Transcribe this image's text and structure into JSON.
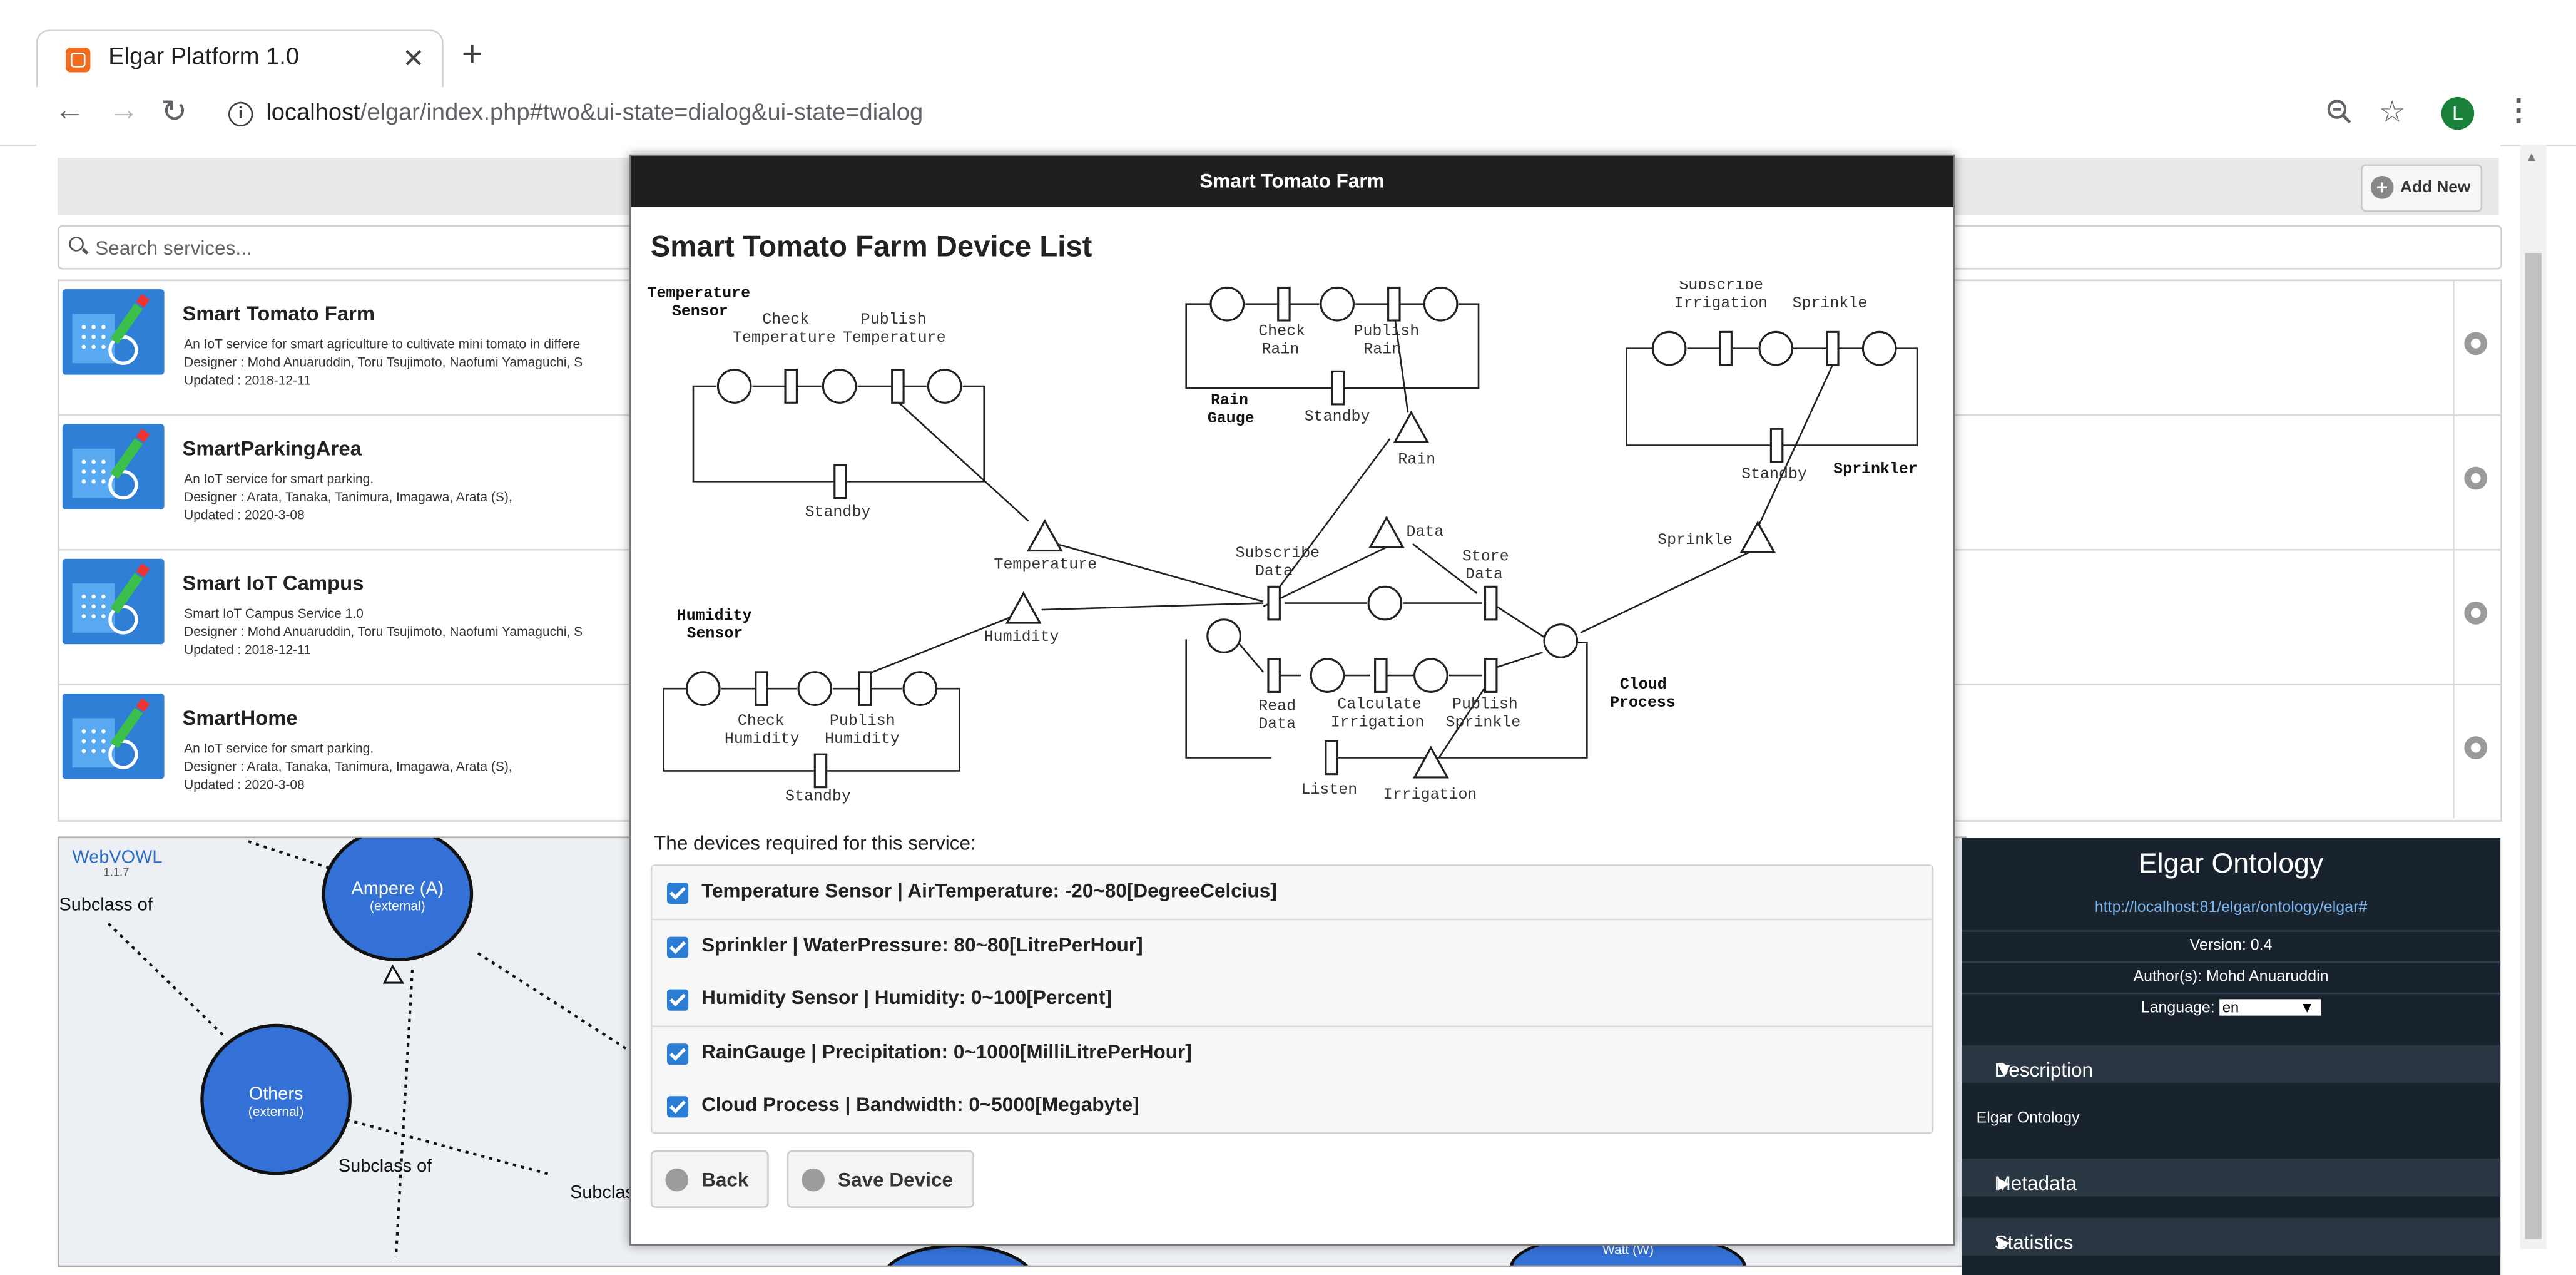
{
  "browser": {
    "tab_title": "Elgar Platform 1.0",
    "url_host": "localhost",
    "url_path": "/elgar/index.php#two&ui-state=dialog&ui-state=dialog",
    "profile_initial": "L"
  },
  "toolbar": {
    "add_new_label": "Add New"
  },
  "search": {
    "placeholder": "Search services..."
  },
  "services": [
    {
      "title": "Smart Tomato Farm",
      "description": "An IoT service for smart agriculture to cultivate mini tomato in differe",
      "designer": "Designer : Mohd Anuaruddin, Toru Tsujimoto, Naofumi Yamaguchi, S",
      "updated": "Updated : 2018-12-11"
    },
    {
      "title": "SmartParkingArea",
      "description": "An IoT service for smart parking.",
      "designer": "Designer : Arata, Tanaka, Tanimura, Imagawa, Arata (S),",
      "updated": "Updated : 2020-3-08"
    },
    {
      "title": "Smart IoT Campus",
      "description": "Smart IoT Campus Service 1.0",
      "designer": "Designer : Mohd Anuaruddin, Toru Tsujimoto, Naofumi Yamaguchi, S",
      "updated": "Updated : 2018-12-11"
    },
    {
      "title": "SmartHome",
      "description": "An IoT service for smart parking.",
      "designer": "Designer : Arata, Tanaka, Tanimura, Imagawa, Arata (S),",
      "updated": "Updated : 2020-3-08"
    }
  ],
  "webvowl": {
    "logo": "WebVOWL",
    "version": "1.1.7",
    "nodes": [
      {
        "name": "Ampere (A)",
        "tag": "(external)"
      },
      {
        "name": "Others",
        "tag": "(external)"
      },
      {
        "name": "Watt (W)"
      }
    ],
    "labels": [
      "Subclass of",
      "Subclass of",
      "Subclas"
    ]
  },
  "ontology": {
    "title": "Elgar Ontology",
    "iri": "http://localhost:81/elgar/ontology/elgar#",
    "version": "Version: 0.4",
    "authors": "Author(s): Mohd Anuaruddin",
    "language_label": "Language:",
    "language_value": "en",
    "sections": [
      {
        "label": "Description",
        "arrow": "▼"
      },
      {
        "label": "Metadata",
        "arrow": "►"
      },
      {
        "label": "Statistics",
        "arrow": "►"
      }
    ],
    "description_text": "Elgar Ontology"
  },
  "dialog": {
    "header": "Smart Tomato Farm",
    "heading": "Smart Tomato Farm Device List",
    "required_label": "The devices required for this service:",
    "devices": [
      {
        "label": "Temperature Sensor | AirTemperature: -20~80[DegreeCelcius]",
        "checked": true
      },
      {
        "label": "Sprinkler | WaterPressure: 80~80[LitrePerHour]",
        "checked": true
      },
      {
        "label": "Humidity Sensor | Humidity: 0~100[Percent]",
        "checked": true
      },
      {
        "label": "RainGauge | Precipitation: 0~1000[MilliLitrePerHour]",
        "checked": true
      },
      {
        "label": "Cloud Process | Bandwidth: 0~5000[Megabyte]",
        "checked": true
      }
    ],
    "back_label": "Back",
    "save_label": "Save Device"
  },
  "petri_net": {
    "temp_sensor": [
      "Temperature",
      "Sensor"
    ],
    "check_temp": [
      "Check",
      "Temperature"
    ],
    "publish_temp": [
      "Publish",
      "Temperature"
    ],
    "standby_temp": "Standby",
    "temperature": "Temperature",
    "check_rain": [
      "Check",
      "Rain"
    ],
    "publish_rain": [
      "Publish",
      "Rain"
    ],
    "rain_gauge": [
      "Rain",
      "Gauge"
    ],
    "standby_rain": "Standby",
    "rain": "Rain",
    "subscribe_irrigation": [
      "Subscribe",
      "Irrigation"
    ],
    "sprinkle_top": "Sprinkle",
    "standby_sprinkler": "Standby",
    "sprinkler": "Sprinkler",
    "sprinkle": "Sprinkle",
    "data": "Data",
    "subscribe_data": [
      "Subscribe",
      "Data"
    ],
    "store_data": [
      "Store",
      "Data"
    ],
    "humidity_sensor": [
      "Humidity",
      "Sensor"
    ],
    "humidity": "Humidity",
    "check_humidity": [
      "Check",
      "Humidity"
    ],
    "publish_humidity": [
      "Publish",
      "Humidity"
    ],
    "standby_humidity": "Standby",
    "read_data": [
      "Read",
      "Data"
    ],
    "calculate_irrigation": [
      "Calculate",
      "Irrigation"
    ],
    "publish_sprinkle": [
      "Publish",
      "Sprinkle"
    ],
    "cloud_process": [
      "Cloud",
      "Process"
    ],
    "listen": "Listen",
    "irrigation": "Irrigation"
  }
}
